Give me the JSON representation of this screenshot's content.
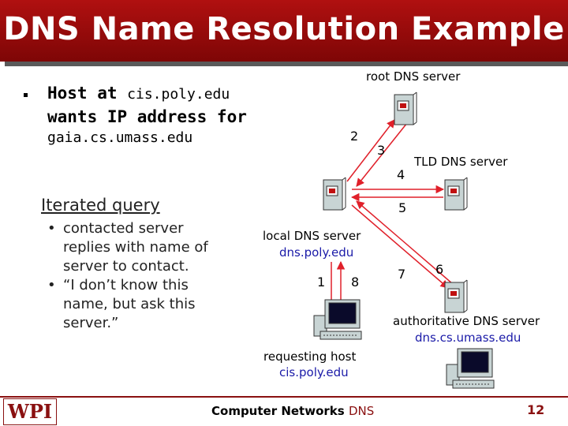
{
  "title": "DNS Name Resolution Example",
  "intro": {
    "host_prefix": "Host at ",
    "host_name": "cis.poly.edu",
    "line2": "wants IP address for",
    "target": "gaia.cs.umass.edu"
  },
  "iterated": {
    "heading": "Iterated query",
    "bullets": [
      {
        "marker": "•",
        "lines": [
          "contacted server",
          "replies with name of",
          "server to contact."
        ]
      },
      {
        "marker": "•",
        "lines": [
          "“I don’t know this",
          "name, but ask this",
          "server.”"
        ]
      }
    ]
  },
  "nodes": {
    "root": {
      "label": "root DNS server"
    },
    "tld": {
      "label": "TLD DNS server"
    },
    "local": {
      "label": "local DNS server",
      "sub": "dns.poly.edu"
    },
    "auth": {
      "label": "authoritative DNS server",
      "sub": "dns.cs.umass.edu"
    },
    "host": {
      "label": "requesting host",
      "sub": "cis.poly.edu"
    }
  },
  "steps": [
    "1",
    "2",
    "3",
    "4",
    "5",
    "6",
    "7",
    "8"
  ],
  "colors": {
    "arrow": "#e0202a",
    "title_bg": "#9a0a0a",
    "sublabel": "#1a1aa8"
  },
  "footer": {
    "logo": "WPI",
    "course": "Computer Networks",
    "topic": "DNS",
    "page": "12"
  }
}
